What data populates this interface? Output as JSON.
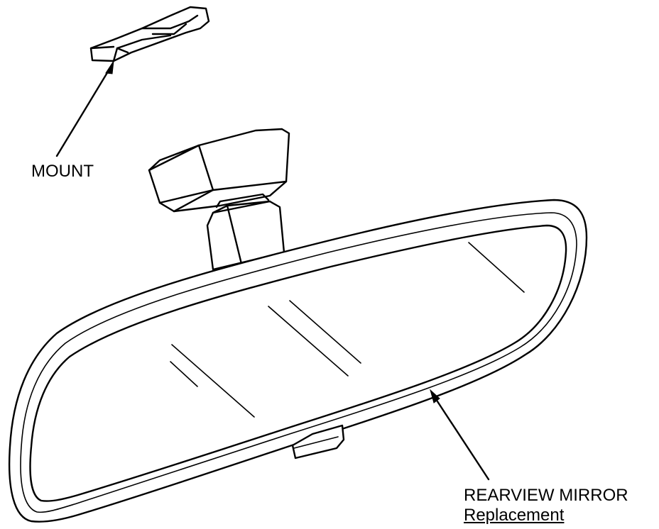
{
  "labels": {
    "mount": "MOUNT",
    "mirror": "REARVIEW MIRROR",
    "mirror_sub": "Replacement"
  },
  "colors": {
    "ink": "#000000",
    "background": "#ffffff"
  }
}
